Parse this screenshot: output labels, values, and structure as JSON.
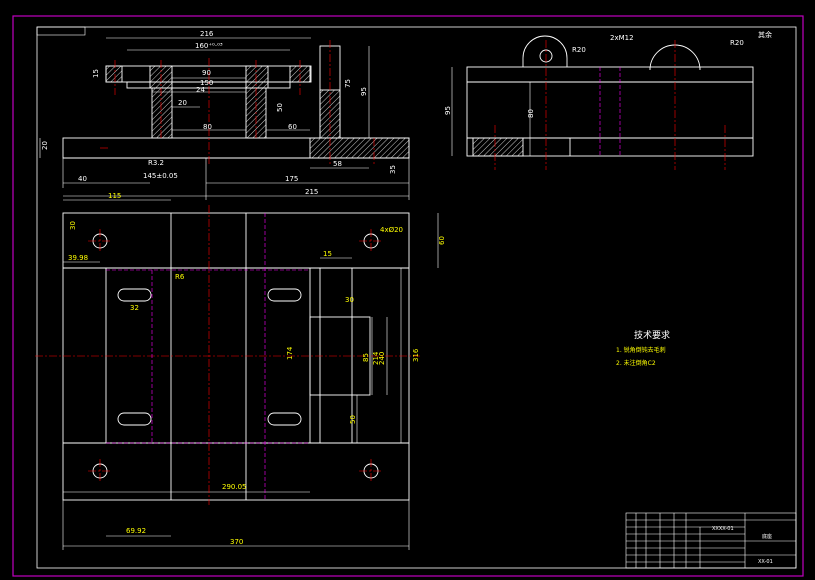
{
  "colors": {
    "background": "#000000",
    "frame": "#c000c0",
    "outline": "#ffffff",
    "center": "#ff0000",
    "hidden": "#ff00ff",
    "dimension": "#00ffff",
    "text": "#ffffff",
    "note": "#ffff00",
    "hatch": "#ffffff"
  },
  "front_view": {
    "dims": {
      "d216": "216",
      "d160h11": "160⁺⁰·⁰³",
      "d90": "90",
      "d150": "150",
      "d24": "24",
      "d20": "20",
      "d50": "50",
      "d80": "80",
      "d60": "60",
      "d95": "95",
      "d75": "75",
      "d15": "15",
      "d20b": "20",
      "d58": "58",
      "d40": "40",
      "d145": "145±0.05",
      "d175": "175",
      "d215": "215",
      "d35": "35",
      "r": "R3.2"
    }
  },
  "side_view": {
    "dims": {
      "thread": "2xM12",
      "r20a": "R20",
      "r20b": "R20",
      "d95": "95",
      "d80": "80",
      "note": "其余"
    }
  },
  "top_view": {
    "dims": {
      "d115": "115",
      "d30": "30",
      "d3998": "39.98",
      "r6": "R6",
      "d32": "32",
      "d15": "15",
      "d30b": "30",
      "holes": "4xØ20",
      "d60": "60",
      "d85": "85",
      "d214": "214",
      "d240": "240",
      "d316": "316",
      "d50": "50",
      "d174": "174",
      "d29005": "290.05",
      "d6992": "69.92",
      "d370": "370"
    }
  },
  "tech_req": {
    "title": "技术要求",
    "item1": "1. 锐角倒钝去毛刺",
    "item2": "2. 未注倒角C2"
  },
  "title_block": {
    "part_name": "底座",
    "drawing_no": "XX-01",
    "code": "XXXX-01"
  }
}
